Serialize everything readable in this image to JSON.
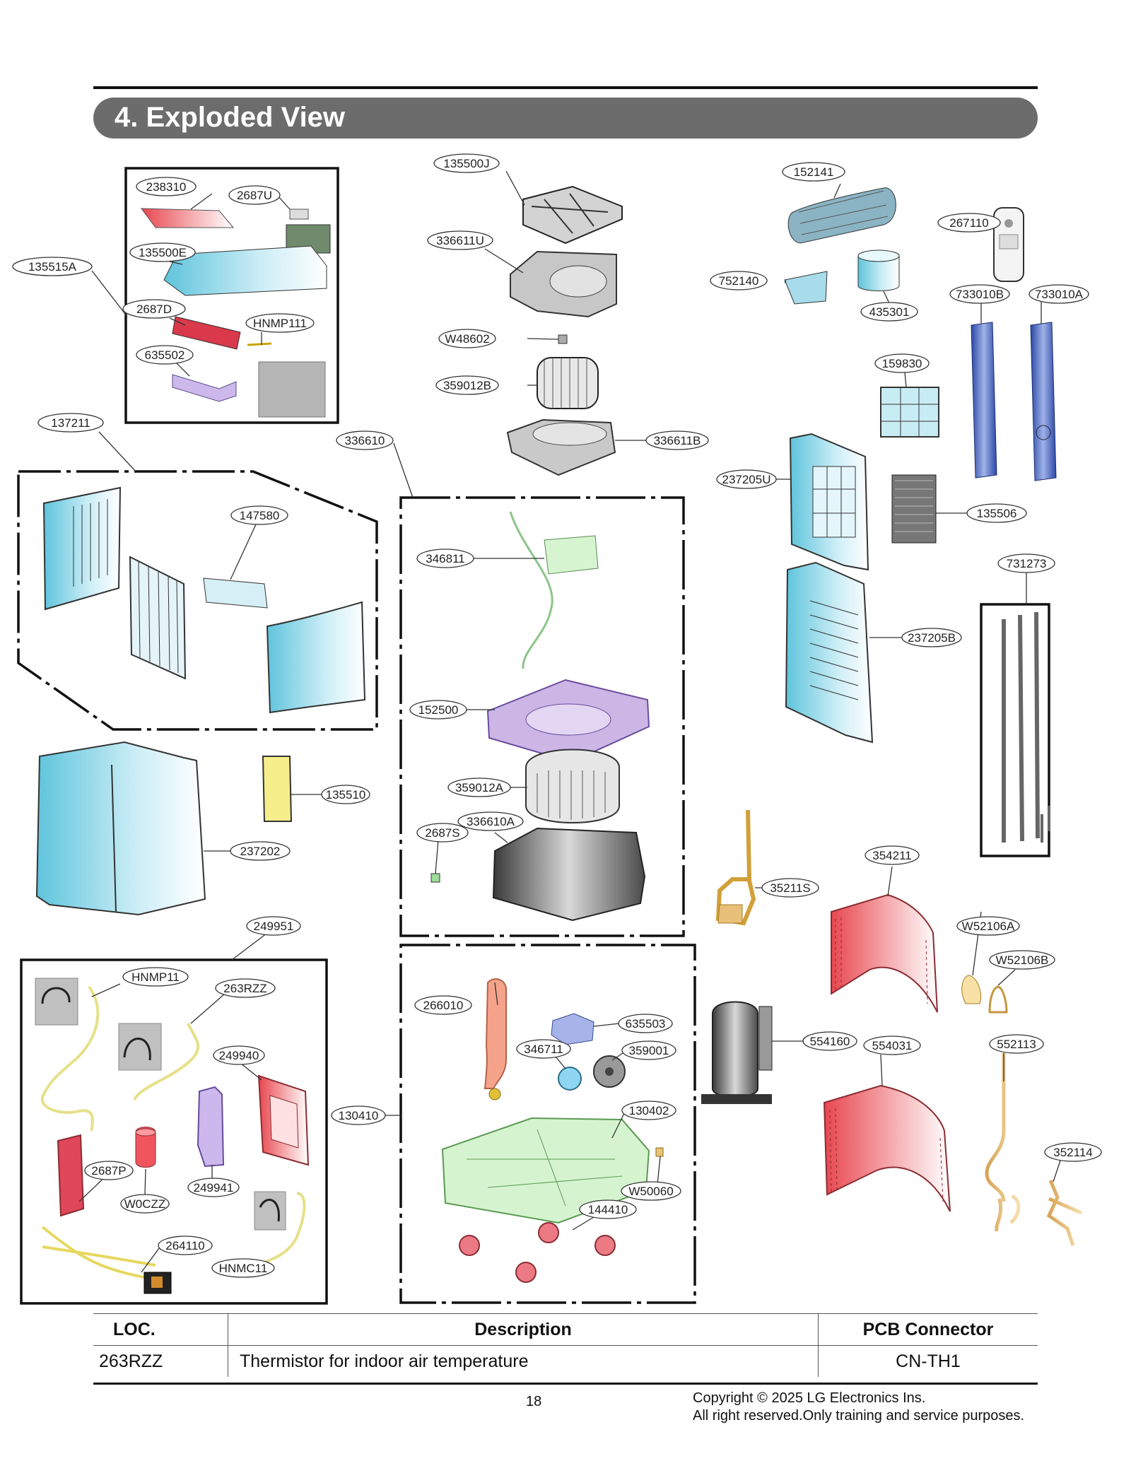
{
  "section_title": "4. Exploded View",
  "parts": {
    "p238310": "238310",
    "p2687U": "2687U",
    "p135500E": "135500E",
    "p135515A": "135515A",
    "p2687D": "2687D",
    "pHNMP111": "HNMP111",
    "p635502": "635502",
    "p135500J": "135500J",
    "p336611U": "336611U",
    "pW48602": "W48602",
    "p359012B": "359012B",
    "p336610": "336610",
    "p336611B": "336611B",
    "p152141": "152141",
    "p267110": "267110",
    "p752140": "752140",
    "p435301": "435301",
    "p733010B": "733010B",
    "p733010A": "733010A",
    "p159830": "159830",
    "p237205U": "237205U",
    "p135506": "135506",
    "p731273": "731273",
    "p237205B": "237205B",
    "p137211": "137211",
    "p147580": "147580",
    "p346811": "346811",
    "p152500": "152500",
    "p359012A": "359012A",
    "p336610A": "336610A",
    "p2687S": "2687S",
    "p135510": "135510",
    "p237202": "237202",
    "p35211S": "35211S",
    "p354211": "354211",
    "p249951": "249951",
    "pHNMP11": "HNMP11",
    "p263RZZ": "263RZZ",
    "p249940": "249940",
    "p2687P": "2687P",
    "pW0CZZ": "W0CZZ",
    "p249941": "249941",
    "p264110": "264110",
    "pHNMC11": "HNMC11",
    "p266010": "266010",
    "p635503": "635503",
    "p346711": "346711",
    "p359001": "359001",
    "p130410": "130410",
    "p130402": "130402",
    "pW50060": "W50060",
    "p144410": "144410",
    "p554160": "554160",
    "p554031": "554031",
    "pW52106A": "W52106A",
    "pW52106B": "W52106B",
    "p552113": "552113",
    "p352114": "352114"
  },
  "table": {
    "headers": [
      "LOC.",
      "Description",
      "PCB Connector"
    ],
    "rows": [
      [
        "263RZZ",
        "Thermistor for indoor air temperature",
        "CN-TH1"
      ]
    ]
  },
  "footer": {
    "page_number": "18",
    "copyright_line1": "Copyright © 2025 LG Electronics Ins.",
    "copyright_line2": "All right reserved.Only training and service purposes."
  }
}
